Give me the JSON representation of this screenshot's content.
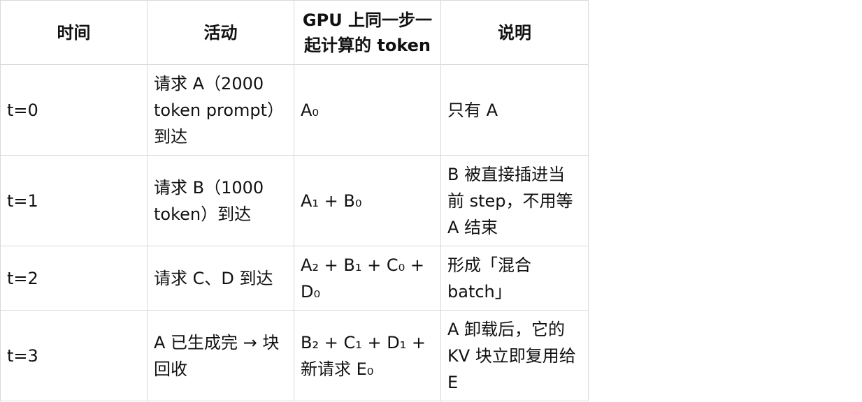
{
  "table": {
    "headers": [
      "时间",
      "活动",
      "GPU 上同一步一起计算的 token",
      "说明"
    ],
    "rows": [
      [
        "t=0",
        "请求 A（2000 token prompt）到达",
        "A₀",
        "只有 A"
      ],
      [
        "t=1",
        "请求 B（1000 token）到达",
        "A₁ + B₀",
        "B 被直接插进当前 step，不用等 A 结束"
      ],
      [
        "t=2",
        "请求 C、D 到达",
        "A₂ + B₁ + C₀ + D₀",
        "形成「混合 batch」"
      ],
      [
        "t=3",
        "A 已生成完 → 块回收",
        "B₂ + C₁ + D₁ + 新请求 E₀",
        "A 卸载后，它的 KV 块立即复用给 E"
      ]
    ]
  }
}
